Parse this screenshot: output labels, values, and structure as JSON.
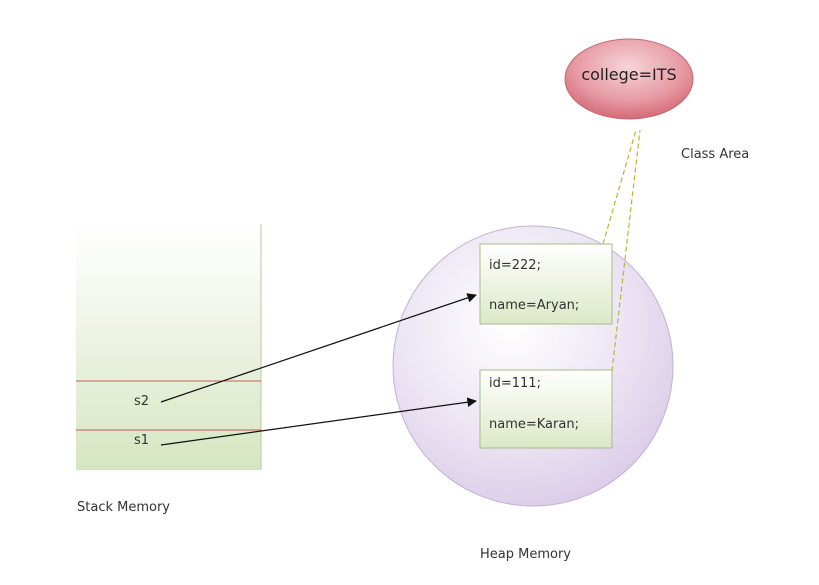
{
  "class_area": {
    "label": "Class Area",
    "static_value": "college=ITS"
  },
  "stack": {
    "label": "Stack Memory",
    "refs": [
      "s2",
      "s1"
    ]
  },
  "heap": {
    "label": "Heap Memory",
    "objects": [
      {
        "id_text": "id=222;",
        "name_text": "name=Aryan;"
      },
      {
        "id_text": "id=111;",
        "name_text": "name=Karan;"
      }
    ]
  },
  "colors": {
    "stack_fill": "#dde9c9",
    "object_fill": "#e6f0d3",
    "heap_fill": "#e6dcef",
    "class_fill": "#e07b86",
    "divider": "#c0605a",
    "link_dashed": "#b7b832"
  }
}
